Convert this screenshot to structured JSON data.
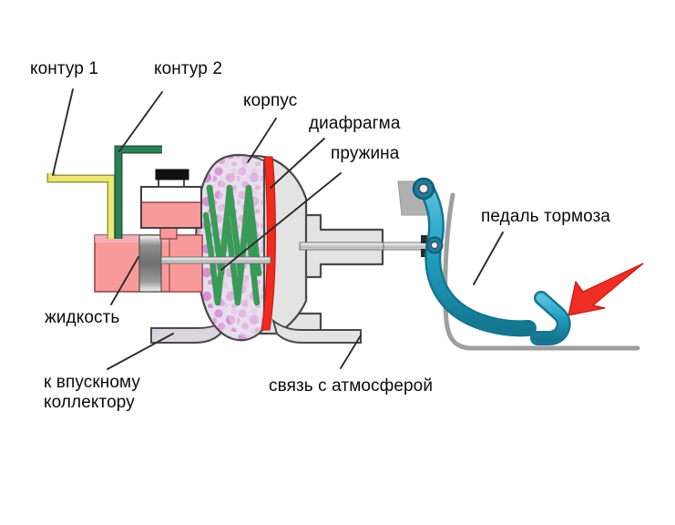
{
  "diagram": {
    "title": "Vacuum brake booster cross-section schematic",
    "labels": {
      "circuit1": "контур 1",
      "circuit2": "контур 2",
      "housing": "корпус",
      "diaphragm": "диафрагма",
      "spring": "пружина",
      "brake_pedal": "педаль тормоза",
      "fluid": "жидкость",
      "intake_manifold": "к впускному\nколлектору",
      "intake_manifold_line1": "к впускному",
      "intake_manifold_line2": "коллектору",
      "atmosphere": "связь с атмосферой"
    },
    "colors": {
      "text": "#0a0a0a",
      "leader_line": "#2b2b2b",
      "fluid_pink": "#f99a9a",
      "fluid_pink_light": "#fbb0b0",
      "circuit1_yellow": "#ece672",
      "circuit1_yellow_stroke": "#9a9640",
      "circuit2_green": "#2e7d55",
      "diaphragm_red": "#f4281e",
      "spring_green": "#3a9a58",
      "chamber_magenta": "#d98fd4",
      "chamber_lavender": "#e6dcea",
      "housing_gray": "#e3e3e3",
      "body_outline": "#3a3a3a",
      "pedal_teal": "#2aa5c8",
      "pedal_teal_dark": "#1b7fa0",
      "arrow_red": "#ee2d24",
      "floor_gray": "#9e9e9e",
      "bracket_gray": "#b0b0b0",
      "piston_gray": "#b8b8b8",
      "cap_black": "#111111",
      "rod_gray": "#c9c9c9"
    },
    "parts": [
      {
        "name": "master-cylinder",
        "label": "жидкость"
      },
      {
        "name": "reservoir",
        "label": ""
      },
      {
        "name": "brake-circuit-1-tube",
        "label": "контур 1"
      },
      {
        "name": "brake-circuit-2-tube",
        "label": "контур 2"
      },
      {
        "name": "booster-housing",
        "label": "корпус"
      },
      {
        "name": "booster-diaphragm",
        "label": "диафрагма"
      },
      {
        "name": "booster-spring",
        "label": "пружина"
      },
      {
        "name": "vacuum-port",
        "label": "к впускному коллектору"
      },
      {
        "name": "atmosphere-port",
        "label": "связь с атмосферой"
      },
      {
        "name": "push-rod",
        "label": ""
      },
      {
        "name": "brake-pedal",
        "label": "педаль тормоза"
      },
      {
        "name": "force-arrow",
        "label": ""
      },
      {
        "name": "floor-line",
        "label": ""
      }
    ]
  }
}
